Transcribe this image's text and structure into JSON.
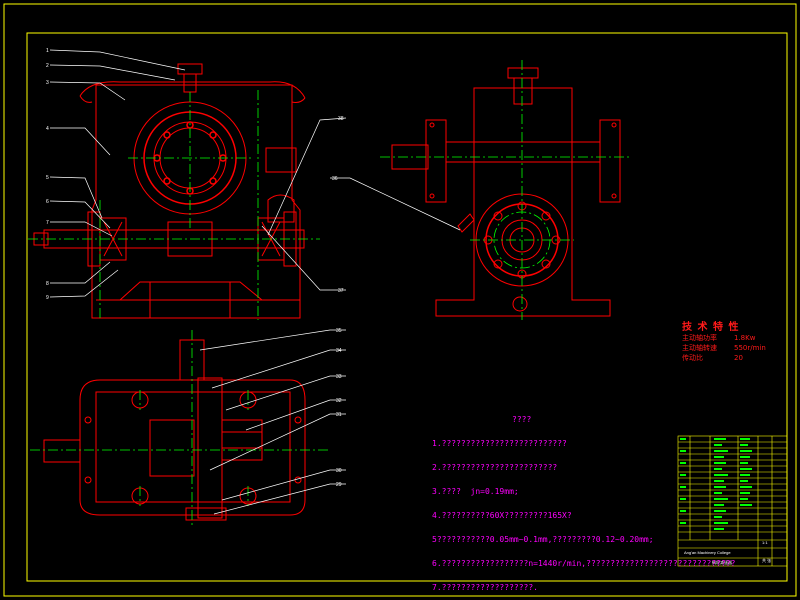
{
  "drawing": {
    "colors": {
      "background": "#000000",
      "frame": "#ffff00",
      "outline": "#ff0000",
      "centerline": "#00ff00",
      "leader": "#ffffff",
      "notes": "#ff00ff",
      "dimension": "#00ffff"
    },
    "technical_characteristics": {
      "title": "技 术 特 性",
      "rows": [
        {
          "label": "主动轴功率",
          "value": "1.8Kw"
        },
        {
          "label": "主动轴转速",
          "value": "550r/min"
        },
        {
          "label": "传动比",
          "value": "20"
        }
      ]
    },
    "technical_notes": {
      "title": "????",
      "lines": [
        "1.??????????????????????????",
        "2.????????????????????????",
        "3.????  jn=0.19mm;",
        "4.??????????60X?????????165X?",
        "5???????????0.05mm~0.1mm,?????????0.12~0.20mm;",
        "6.??????????????????n=1440r/min,???????????????????????????????",
        "7.???????????????????."
      ]
    },
    "part_labels": {
      "front_view": [
        "1",
        "2",
        "3",
        "4",
        "5",
        "6",
        "7",
        "8",
        "9"
      ],
      "front_right": [
        "38",
        "37"
      ],
      "side_view": [
        "36"
      ],
      "top_view": [
        "35",
        "34",
        "33",
        "32",
        "31",
        "30",
        "29"
      ]
    },
    "title_block": {
      "school_line": "Ang'an Machinery College",
      "designation": "蜗轮减速器",
      "scale": "1:1",
      "sheet": "共  张"
    }
  }
}
